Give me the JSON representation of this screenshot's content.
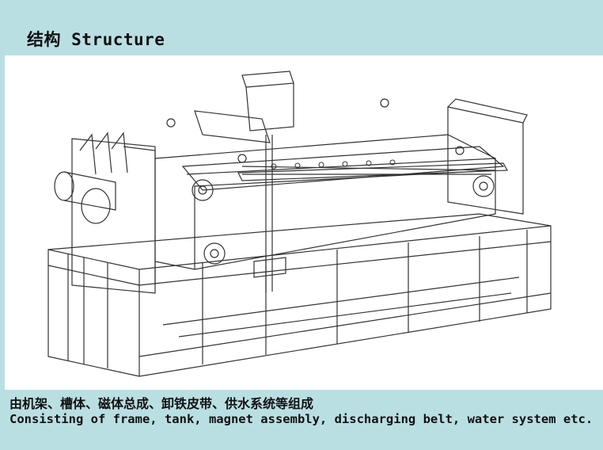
{
  "header": {
    "title": "结构 Structure"
  },
  "figure": {
    "icon": "magnetic-separator-line-drawing"
  },
  "caption": {
    "chinese": "由机架、槽体、磁体总成、卸铁皮带、供水系统等组成",
    "english": "Consisting of frame, tank, magnet assembly, discharging belt, water system etc."
  },
  "colors": {
    "background": "#badfe3",
    "panel": "#ffffff",
    "text": "#111111"
  }
}
